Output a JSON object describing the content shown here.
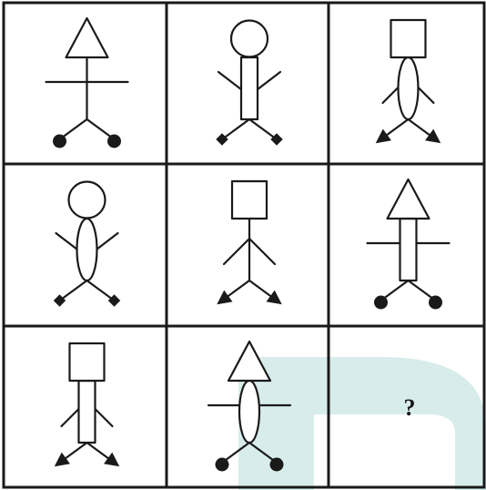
{
  "puzzle": {
    "type": "3x3 figure matrix",
    "answer_placeholder": "?",
    "cells": [
      {
        "row": 1,
        "col": 1,
        "head": "triangle",
        "body": "line",
        "arms": "horizontal",
        "feet": "circles"
      },
      {
        "row": 1,
        "col": 2,
        "head": "circle",
        "body": "rectangle",
        "arms": "raised",
        "feet": "diamonds"
      },
      {
        "row": 1,
        "col": 3,
        "head": "square",
        "body": "ellipse",
        "arms": "lowered",
        "feet": "arrows"
      },
      {
        "row": 2,
        "col": 1,
        "head": "circle",
        "body": "ellipse",
        "arms": "raised",
        "feet": "diamonds"
      },
      {
        "row": 2,
        "col": 2,
        "head": "square",
        "body": "line",
        "arms": "lowered",
        "feet": "arrows"
      },
      {
        "row": 2,
        "col": 3,
        "head": "triangle",
        "body": "rectangle",
        "arms": "horizontal",
        "feet": "circles"
      },
      {
        "row": 3,
        "col": 1,
        "head": "square",
        "body": "rectangle",
        "arms": "lowered",
        "feet": "arrows"
      },
      {
        "row": 3,
        "col": 2,
        "head": "triangle",
        "body": "ellipse",
        "arms": "horizontal",
        "feet": "circles"
      },
      {
        "row": 3,
        "col": 3,
        "head": "unknown",
        "body": "unknown",
        "arms": "unknown",
        "feet": "unknown"
      }
    ]
  },
  "colors": {
    "ink": "#1a1a1a",
    "background": "#ffffff",
    "watermark": "#a9d6d2"
  }
}
